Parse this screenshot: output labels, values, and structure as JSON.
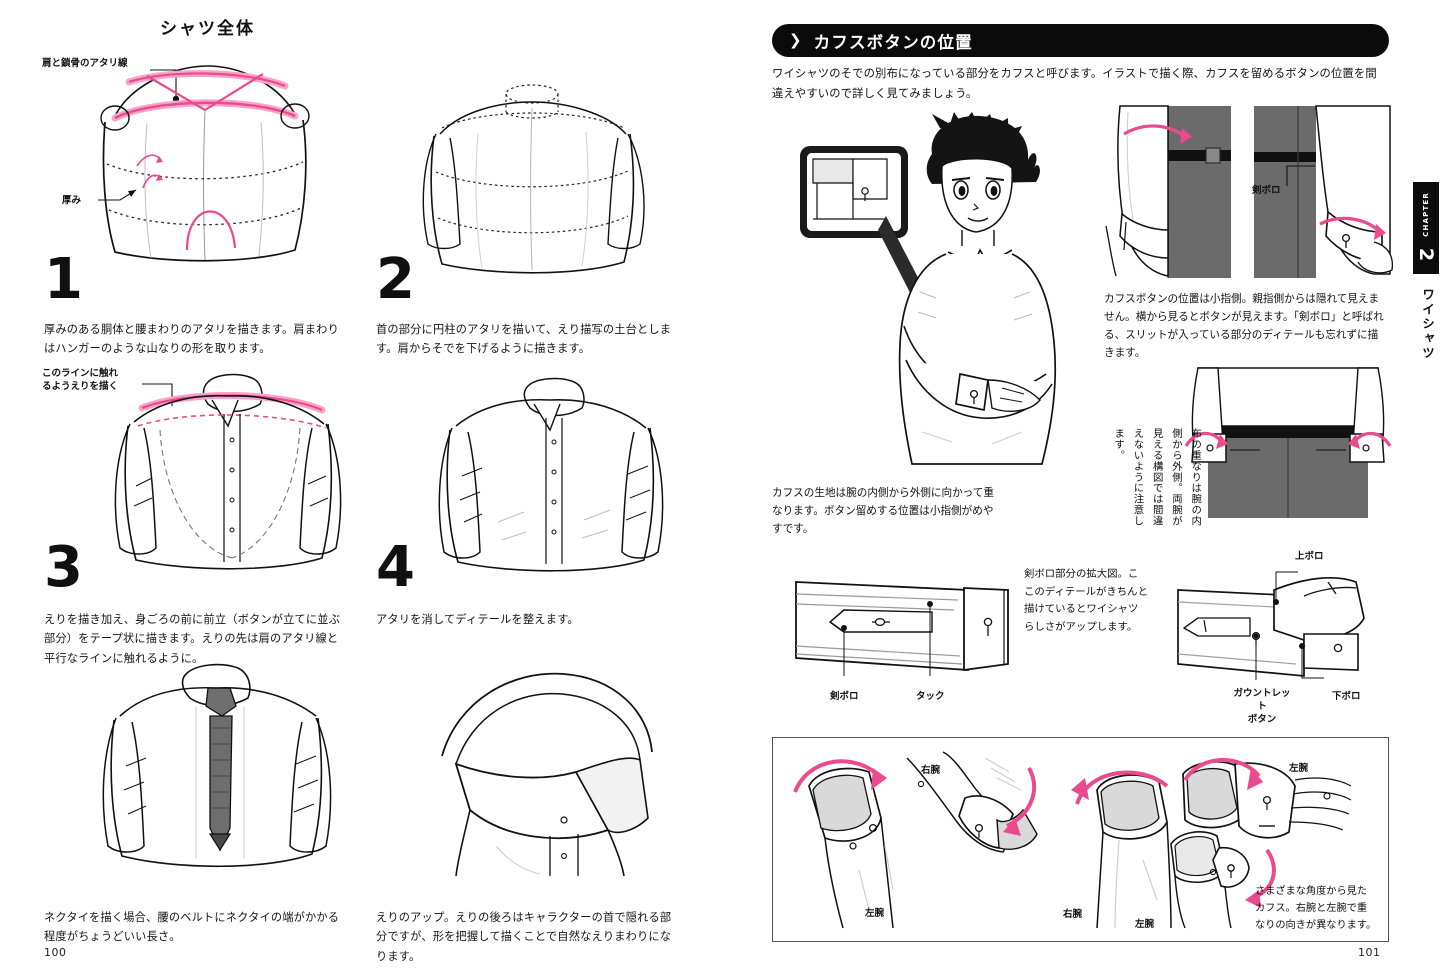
{
  "document": {
    "chapter_tab": {
      "word": "CHAPTER",
      "number": "2",
      "side_title": "ワイシャツ"
    }
  },
  "left_page": {
    "folio": "100",
    "title": "シャツ全体",
    "callouts": [
      {
        "id": "shoulder-clavicle",
        "text": "肩と鎖骨のアタリ線"
      },
      {
        "id": "thickness",
        "text": "厚み"
      },
      {
        "id": "collar-line",
        "text": "このラインに触れ\nるようえりを描く"
      }
    ],
    "steps": [
      {
        "number": "1",
        "caption": "厚みのある胴体と腰まわりのアタリを描きます。肩まわりはハンガーのような山なりの形を取ります。"
      },
      {
        "number": "2",
        "caption": "首の部分に円柱のアタリを描いて、えり描写の土台とします。肩からそでを下げるように描きます。"
      },
      {
        "number": "3",
        "caption": "えりを描き加え、身ごろの前に前立（ボタンが立てに並ぶ部分）をテープ状に描きます。えりの先は肩のアタリ線と平行なラインに触れるように。"
      },
      {
        "number": "4",
        "caption": "アタリを消してディテールを整えます。"
      }
    ],
    "bottom_captions": [
      "ネクタイを描く場合、腰のベルトにネクタイの端がかかる程度がちょうどいい長さ。",
      "えりのアップ。えりの後ろはキャラクターの首で隠れる部分ですが、形を把握して描くことで自然なえりまわりになります。"
    ]
  },
  "right_page": {
    "folio": "101",
    "section": {
      "chevron_icon": "chevron-right-icon",
      "title": "カフスボタンの位置",
      "intro": "ワイシャツのそでの別布になっている部分をカフスと呼びます。イラストで描く際、カフスを留めるボタンの位置を間違えやすいので詳しく見てみましょう。"
    },
    "captions": {
      "character": "カフスの生地は腕の内側から外側に向かって重なります。ボタン留めする位置は小指側がめやすです。",
      "cuff_position": "カフスボタンの位置は小指側。親指側からは隠れて見えません。横から見るとボタンが見えます。「剣ボロ」と呼ばれる、スリットが入っている部分のディテールも忘れずに描きます。",
      "overlap_vertical": "布の重なりは腕の内側から外側。両腕が見える構図では間違えないように注意します。",
      "kenboro_zoom": "剣ボロ部分の拡大図。ここのディテールがきちんと描けているとワイシャツらしさがアップします。",
      "panel_note": "さまざまな角度から見たカフス。右腕と左腕で重なりの向きが異なります。"
    },
    "labels": {
      "kenboro_top": "剣ボロ",
      "kenboro": "剣ボロ",
      "tuck": "タック",
      "upper_placket": "上ボロ",
      "lower_placket": "下ボロ",
      "gauntlet_button": "ガウントレット\nボタン"
    },
    "panel_arm_labels": [
      {
        "id": "arm-1",
        "text": "左腕"
      },
      {
        "id": "arm-2",
        "text": "右腕"
      },
      {
        "id": "arm-3",
        "text": "右腕"
      },
      {
        "id": "arm-4",
        "text": "左腕"
      },
      {
        "id": "arm-5",
        "text": "左腕"
      }
    ]
  },
  "colors": {
    "accent_pink": "#eb4a8e",
    "accent_pink_light": "#f8a6c8",
    "ink": "#111111",
    "gray_fill": "#d9d9d9",
    "tie_gray": "#6e6e6e"
  }
}
